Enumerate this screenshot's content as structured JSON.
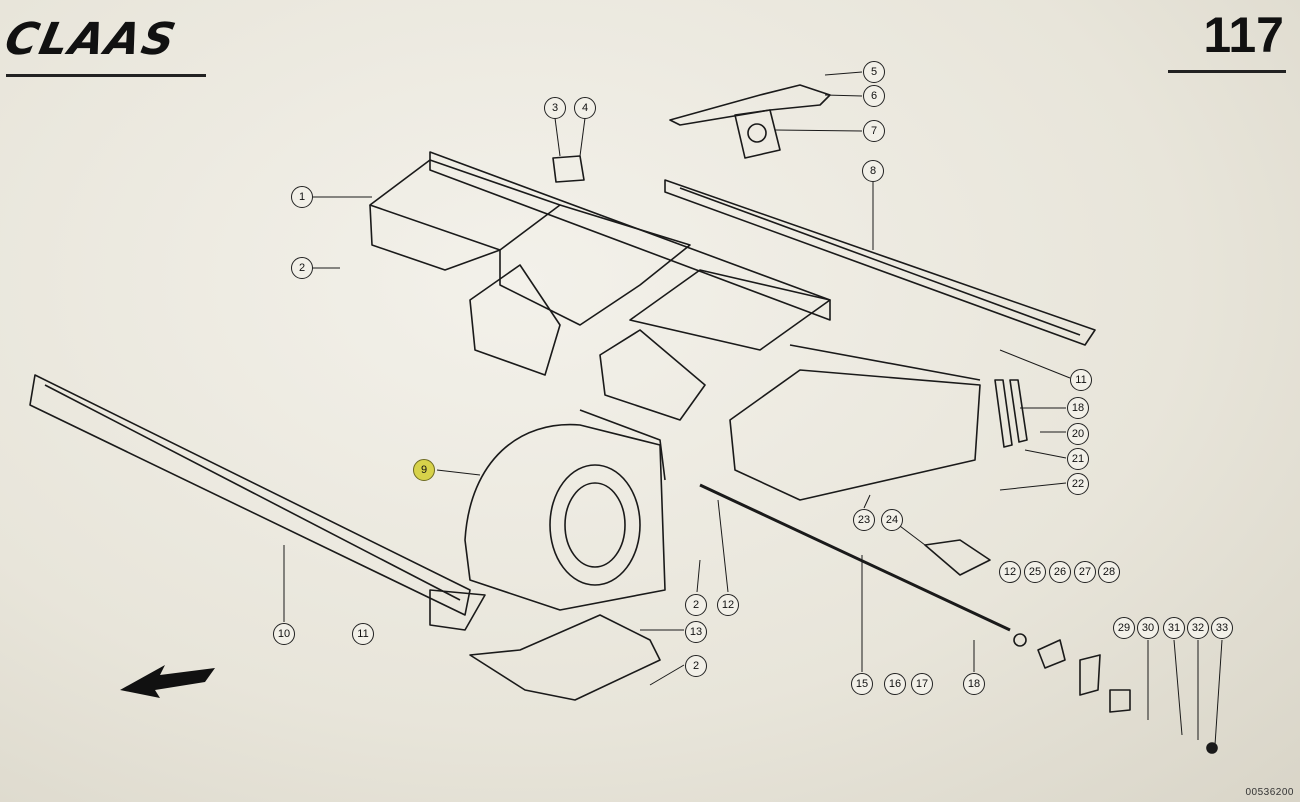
{
  "header": {
    "brand": "CLAAS",
    "page_number": "117"
  },
  "callouts": [
    {
      "label": "1"
    },
    {
      "label": "2"
    },
    {
      "label": "3"
    },
    {
      "label": "4"
    },
    {
      "label": "5"
    },
    {
      "label": "6"
    },
    {
      "label": "7"
    },
    {
      "label": "8"
    },
    {
      "label": "9"
    },
    {
      "label": "10"
    },
    {
      "label": "11"
    },
    {
      "label": "11"
    },
    {
      "label": "12"
    },
    {
      "label": "12"
    },
    {
      "label": "13"
    },
    {
      "label": "15"
    },
    {
      "label": "16"
    },
    {
      "label": "17"
    },
    {
      "label": "18"
    },
    {
      "label": "18"
    },
    {
      "label": "20"
    },
    {
      "label": "21"
    },
    {
      "label": "22"
    },
    {
      "label": "23"
    },
    {
      "label": "24"
    },
    {
      "label": "25"
    },
    {
      "label": "26"
    },
    {
      "label": "27"
    },
    {
      "label": "28"
    },
    {
      "label": "29"
    },
    {
      "label": "30"
    },
    {
      "label": "31"
    },
    {
      "label": "32"
    },
    {
      "label": "33"
    },
    {
      "label": "2"
    },
    {
      "label": "2"
    }
  ],
  "footer": {
    "doc_code": "00536200"
  }
}
